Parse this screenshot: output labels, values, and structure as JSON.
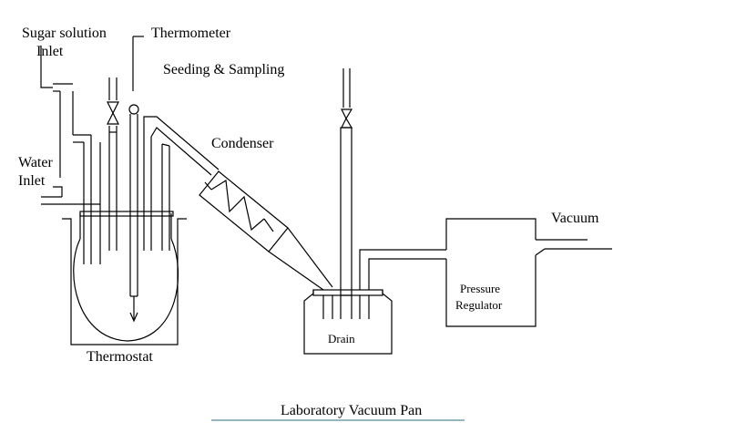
{
  "labels": {
    "sugar_solution": "Sugar solution",
    "inlet": "Inlet",
    "thermometer": "Thermometer",
    "seeding_sampling": "Seeding & Sampling",
    "condenser": "Condenser",
    "water": "Water",
    "water_inlet": "Inlet",
    "vacuum": "Vacuum",
    "pressure": "Pressure",
    "regulator": "Regulator",
    "drain": "Drain",
    "thermostat": "Thermostat"
  },
  "caption": "Laboratory Vacuum Pan",
  "colors": {
    "line": "#000000",
    "caption_underline": "#2e6b8a"
  }
}
